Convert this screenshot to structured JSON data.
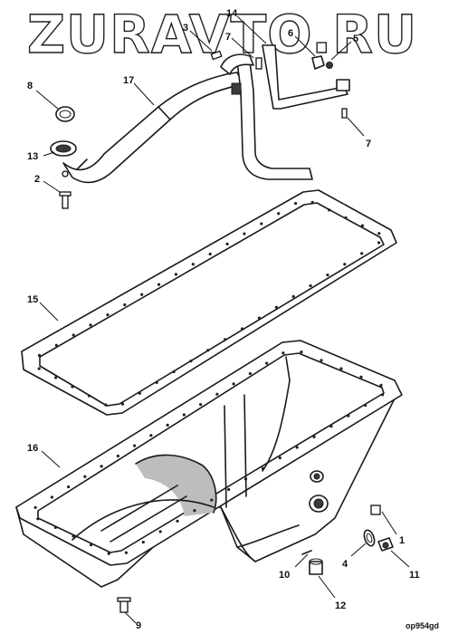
{
  "watermark": "ZURAVTO.RU",
  "drawing_code": "op954gd",
  "callouts": [
    {
      "label": "1"
    },
    {
      "label": "2"
    },
    {
      "label": "3"
    },
    {
      "label": "4"
    },
    {
      "label": "5"
    },
    {
      "label": "6"
    },
    {
      "label": "7"
    },
    {
      "label": "7"
    },
    {
      "label": "8"
    },
    {
      "label": "9"
    },
    {
      "label": "10"
    },
    {
      "label": "11"
    },
    {
      "label": "12"
    },
    {
      "label": "13"
    },
    {
      "label": "14"
    },
    {
      "label": "15"
    },
    {
      "label": "16"
    },
    {
      "label": "17"
    }
  ]
}
